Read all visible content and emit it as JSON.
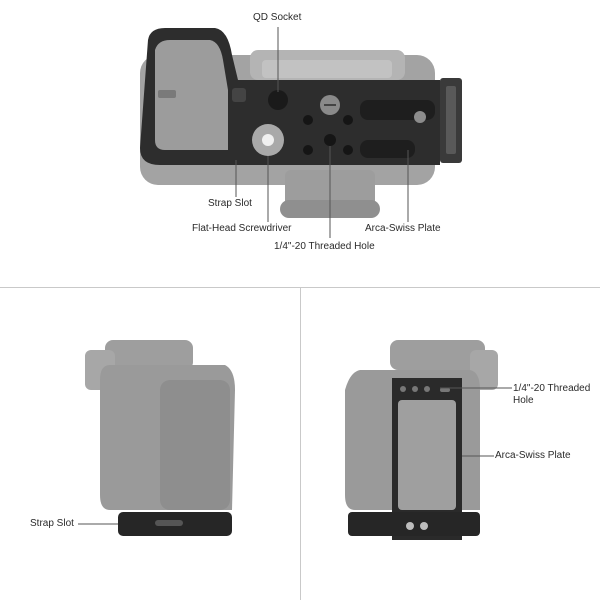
{
  "top_view": {
    "labels": {
      "qd_socket": "QD Socket",
      "strap_slot": "Strap Slot",
      "flat_head_screwdriver": "Flat-Head Screwdriver",
      "arca_swiss_plate": "Arca-Swiss Plate",
      "threaded_hole": "1/4\"-20 Threaded Hole"
    }
  },
  "left_view": {
    "labels": {
      "strap_slot": "Strap Slot"
    }
  },
  "right_view": {
    "labels": {
      "threaded_hole": "1/4\"-20 Threaded Hole",
      "arca_swiss_plate": "Arca-Swiss Plate"
    }
  },
  "colors": {
    "camera_body": "#9a9a9a",
    "cage_metal": "#2b2b2b",
    "divider": "#c9c9c9",
    "leader_line": "#555555"
  }
}
